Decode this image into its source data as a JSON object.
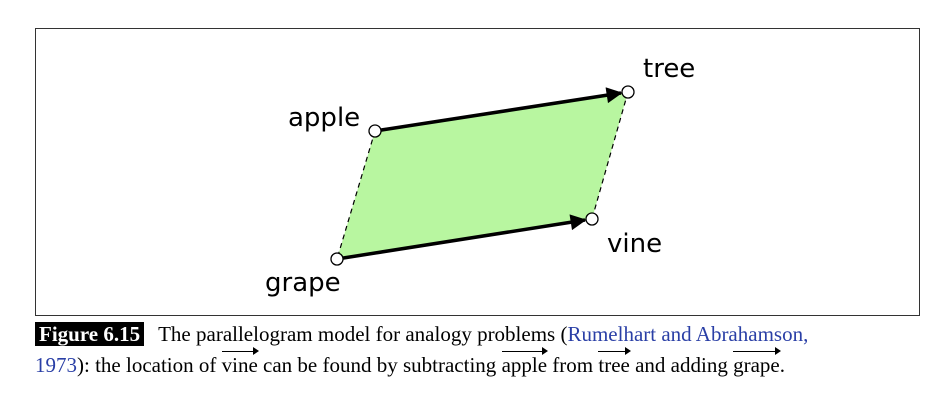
{
  "diagram": {
    "fill_color": "#b8f6a0",
    "nodes": {
      "apple": "apple",
      "tree": "tree",
      "vine": "vine",
      "grape": "grape"
    }
  },
  "caption": {
    "figure_label": "Figure 6.15",
    "text_1": "The parallelogram model for analogy problems (",
    "citation_1": "Rumelhart and Abrahamson,",
    "citation_2": "1973",
    "text_2": "): the location of ",
    "vec_vine": "vine",
    "text_3": " can be found by subtracting ",
    "vec_apple": "apple",
    "text_4": " from ",
    "vec_tree": "tree",
    "text_5": " and adding ",
    "vec_grape": "grape",
    "text_6": "."
  }
}
